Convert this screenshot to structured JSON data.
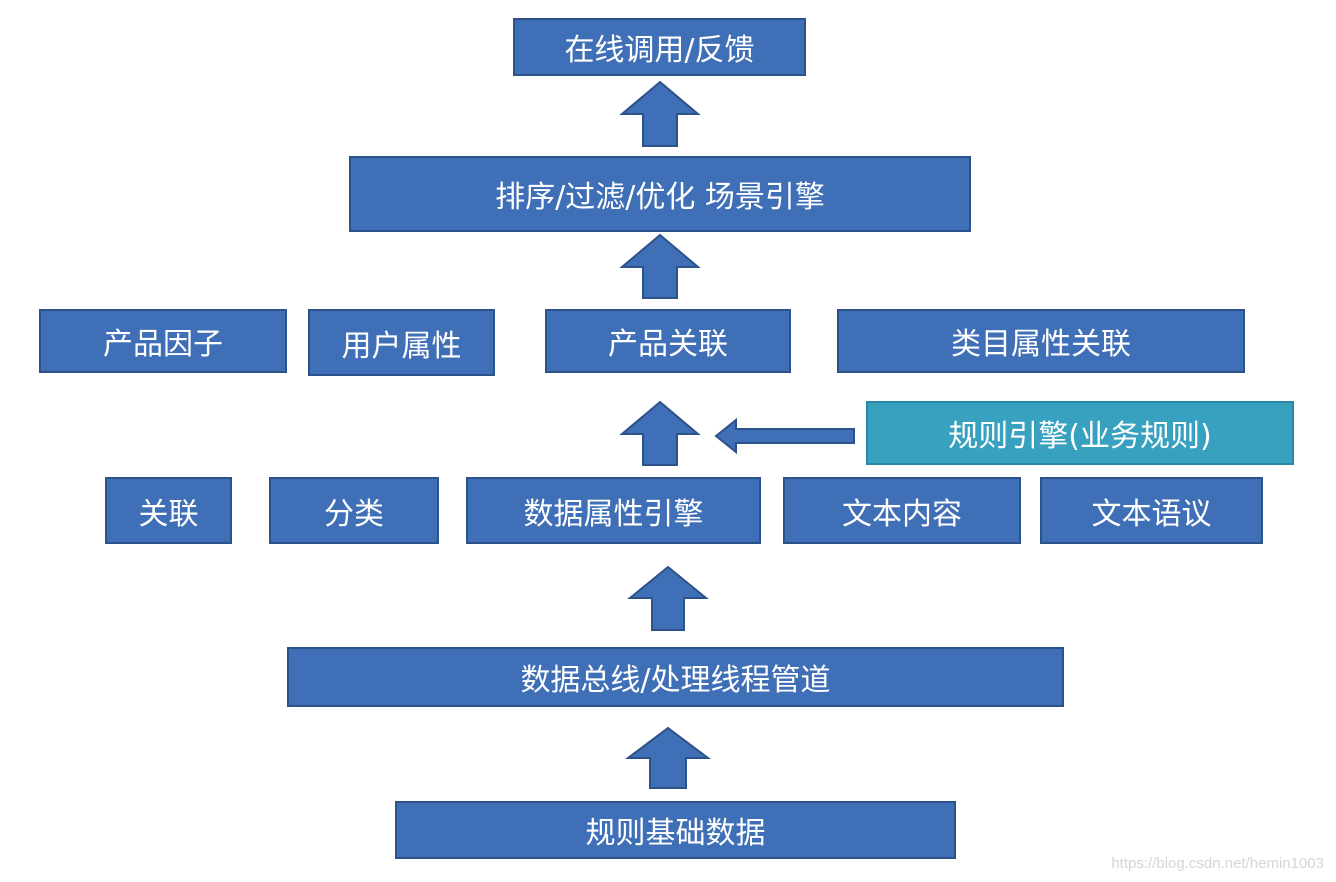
{
  "boxes": {
    "online_call": "在线调用/反馈",
    "sort_filter": "排序/过滤/优化 场景引擎",
    "product_factor": "产品因子",
    "user_attr": "用户属性",
    "product_assoc": "产品关联",
    "category_attr_assoc": "类目属性关联",
    "rule_engine": "规则引擎(业务规则)",
    "assoc": "关联",
    "classify": "分类",
    "data_attr_engine": "数据属性引擎",
    "text_content": "文本内容",
    "text_semantic": "文本语议",
    "data_bus": "数据总线/处理线程管道",
    "rule_base_data": "规则基础数据"
  },
  "watermark": "https://blog.csdn.net/hemin1003",
  "colors": {
    "box_fill": "#3f6fb6",
    "box_border": "#2d5189",
    "rule_engine_fill": "#39a1c0",
    "text": "#ffffff",
    "arrow_stroke": "#2d5189"
  }
}
